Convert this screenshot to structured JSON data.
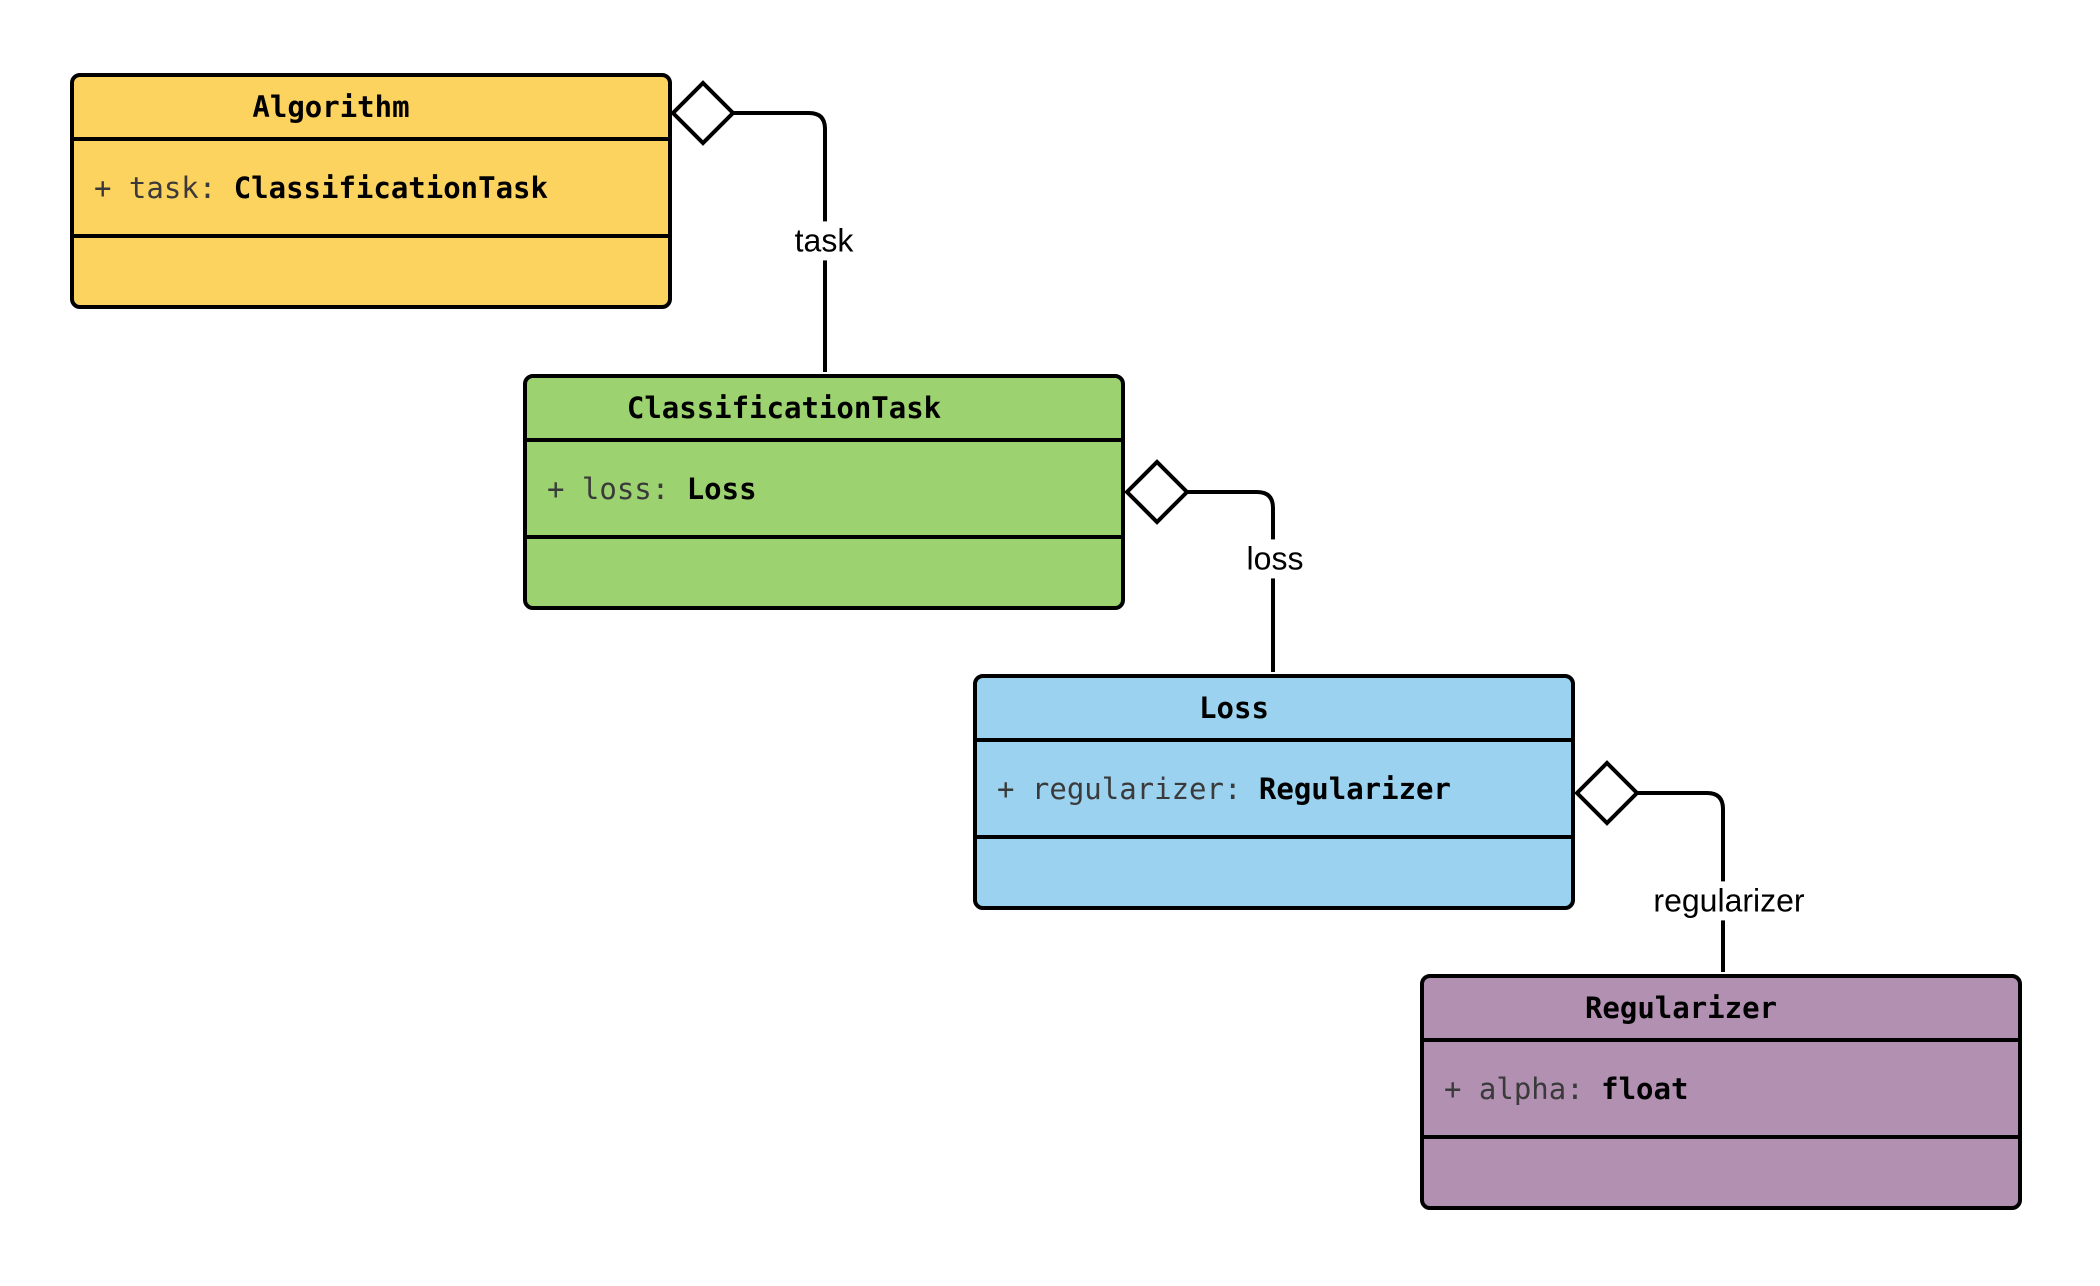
{
  "diagram": {
    "kind": "uml-class-diagram",
    "background": "#ffffff",
    "stroke_color": "#000000",
    "attr_name_color": "#3a3a3a",
    "diamond_fill": "#ffffff",
    "classes": [
      {
        "name": "Algorithm",
        "fill": "#FBD35E",
        "attr_prefix": "+ task: ",
        "attr_type": "ClassificationTask",
        "methods": ""
      },
      {
        "name": "ClassificationTask",
        "fill": "#9CD26F",
        "attr_prefix": "+ loss: ",
        "attr_type": "Loss",
        "methods": ""
      },
      {
        "name": "Loss",
        "fill": "#9AD2F0",
        "attr_prefix": "+ regularizer: ",
        "attr_type": "Regularizer",
        "methods": ""
      },
      {
        "name": "Regularizer",
        "fill": "#B190B1",
        "attr_prefix": "+ alpha: ",
        "attr_type": "float",
        "methods": ""
      }
    ],
    "relationships": [
      {
        "kind": "aggregation",
        "source": "Algorithm",
        "target": "ClassificationTask",
        "label": "task"
      },
      {
        "kind": "aggregation",
        "source": "ClassificationTask",
        "target": "Loss",
        "label": "loss"
      },
      {
        "kind": "aggregation",
        "source": "Loss",
        "target": "Regularizer",
        "label": "regularizer"
      }
    ]
  }
}
